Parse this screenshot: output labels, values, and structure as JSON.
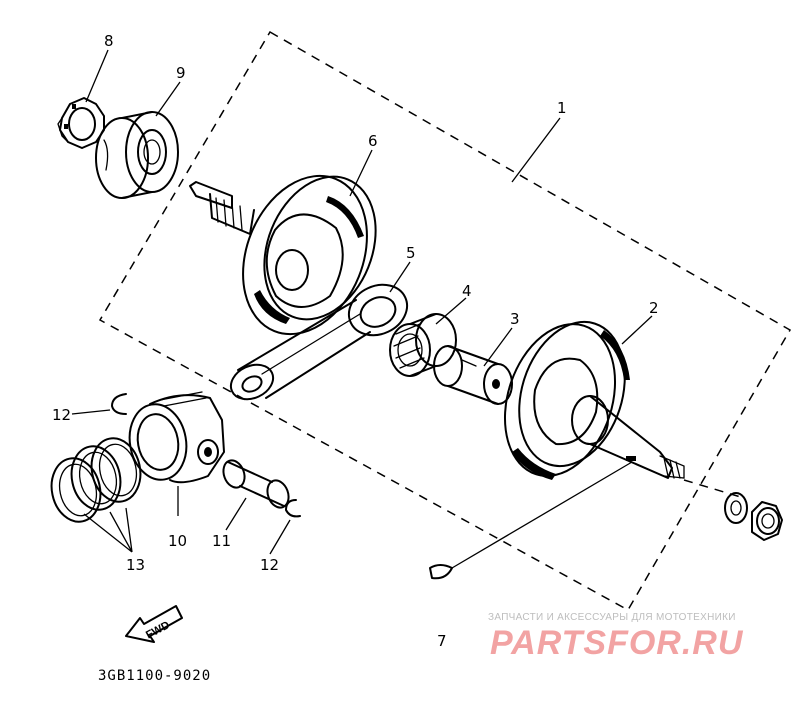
{
  "diagram": {
    "part_numbers": {
      "p1": "1",
      "p2": "2",
      "p3": "3",
      "p4": "4",
      "p5": "5",
      "p6": "6",
      "p7": "7",
      "p8": "8",
      "p9": "9",
      "p10": "10",
      "p11": "11",
      "p12a": "12",
      "p12b": "12",
      "p13": "13"
    },
    "fwd_label": "FWD",
    "catalog_code": "3GB1100-9020"
  },
  "watermark": {
    "tagline": "ЗАПЧАСТИ И АКСЕССУАРЫ ДЛЯ МОТОТЕХНИКИ",
    "brand": "PARTSFOR.RU",
    "color": "#f2a3a3"
  }
}
